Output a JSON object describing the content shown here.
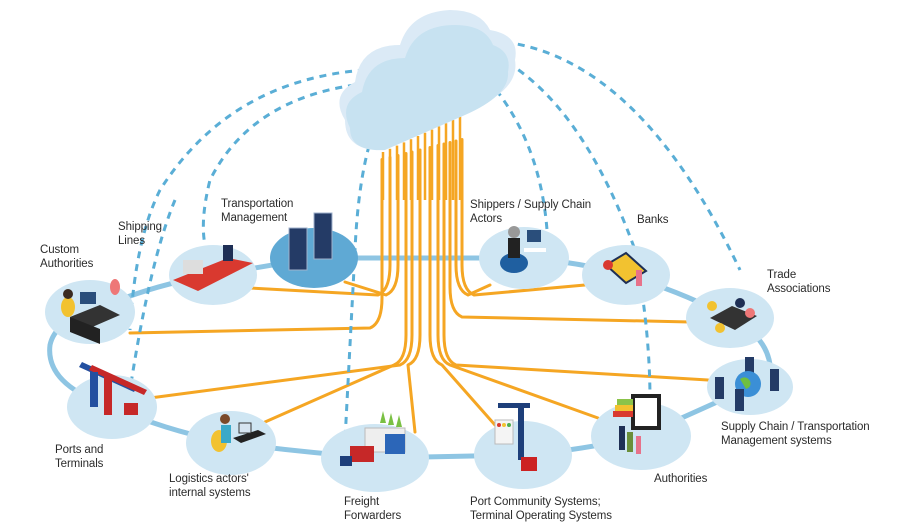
{
  "diagram": {
    "title": "Cloud-based logistics data exchange network",
    "hub": {
      "name": "Cloud",
      "icon": "cloud-icon"
    },
    "colors": {
      "ring": "#8ec5e3",
      "node_fill": "#cfe6f3",
      "node_fill_dark": "#5fa9d4",
      "data_link": "#f5a623",
      "cloud_link": "#5aaed6",
      "cloud_front": "#c7e2f1",
      "cloud_back": "#dbeaf6",
      "text": "#2b2b2b"
    },
    "nodes": [
      {
        "id": "custom-authorities",
        "label": "Custom\nAuthorities",
        "icon": "customs-officer-desk-icon"
      },
      {
        "id": "shipping-lines",
        "label": "Shipping\nLines",
        "icon": "cargo-ship-icon"
      },
      {
        "id": "transportation-management",
        "label": "Transportation\nManagement",
        "icon": "server-towers-icon"
      },
      {
        "id": "shippers",
        "label": "Shippers / Supply Chain\nActors",
        "icon": "person-at-computer-icon"
      },
      {
        "id": "banks",
        "label": "Banks",
        "icon": "laptop-finance-icon"
      },
      {
        "id": "trade-associations",
        "label": "Trade\nAssociations",
        "icon": "meeting-table-icon"
      },
      {
        "id": "scm-systems",
        "label": "Supply Chain / Transportation\nManagement systems",
        "icon": "globe-servers-icon"
      },
      {
        "id": "authorities",
        "label": "Authorities",
        "icon": "government-monitor-icon"
      },
      {
        "id": "pcs-tos",
        "label": "Port Community Systems;\nTerminal Operating Systems",
        "icon": "gantry-crane-containers-icon"
      },
      {
        "id": "freight-forwarders",
        "label": "Freight\nForwarders",
        "icon": "truck-warehouse-icon"
      },
      {
        "id": "logistics-internal",
        "label": "Logistics actors'\ninternal systems",
        "icon": "person-at-desk-icon"
      },
      {
        "id": "ports-terminals",
        "label": "Ports and\nTerminals",
        "icon": "port-crane-icon"
      }
    ],
    "cloud_links": [
      "shipping-lines",
      "custom-authorities",
      "freight-forwarders",
      "ports-terminals",
      "shippers",
      "banks",
      "trade-associations",
      "authorities"
    ],
    "data_links": [
      "custom-authorities",
      "shipping-lines",
      "transportation-management",
      "shippers",
      "banks",
      "trade-associations",
      "scm-systems",
      "authorities",
      "pcs-tos",
      "freight-forwarders",
      "logistics-internal",
      "ports-terminals"
    ]
  }
}
